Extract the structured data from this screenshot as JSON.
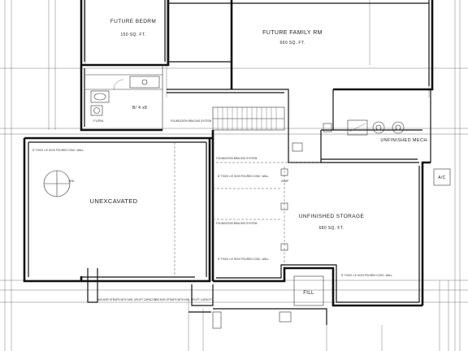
{
  "colors": {
    "background": "#ffffff",
    "wall": "#111111",
    "line": "#333333",
    "text": "#222222"
  },
  "rooms": {
    "future_bedroom": {
      "name": "FUTURE BEDRM",
      "area": "150 SQ. FT."
    },
    "future_family_room": {
      "name": "FUTURE FAMILY RM",
      "area": "660 SQ. FT."
    },
    "unexcavated": {
      "name": "UNEXCAVATED"
    },
    "unfinished_storage": {
      "name": "UNFINISHED STORAGE",
      "area": "680 SQ. FT."
    },
    "unfinished_mech": {
      "name": "UNFINISHED MECH."
    },
    "fill": {
      "name": "FILL"
    },
    "ac": {
      "name": "A/C"
    },
    "bath": {
      "name": "B/ 4 x8"
    },
    "furn": {
      "name": "FURN."
    }
  },
  "notes": {
    "foundation_1": "FOUNDATION BRACING SYSTEM",
    "foundation_2": "FOUNDATION BRACING SYSTEM",
    "foundation_3": "FOUNDATION BRACING SYSTEM",
    "wall_note_a": "8\" THICK x 8' HIGH POURED CONC. WALL",
    "wall_note_b": "8\" THICK x 8' HIGH POURED CONC. WALL",
    "wall_note_c": "8\" THICK x 8' HIGH POURED CONC. WALL",
    "wall_note_d": "8\" THICK x 8' HIGH POURED CONC. WALL",
    "grade": "GRD.",
    "sump": "SUMP",
    "anchor_a": "ANCHOR STRAPS WITH MIN. UPLIFT CAPACITY",
    "anchor_b": "ANCHOR STRAPS WITH MIN. UPLIFT CAPACITY"
  }
}
